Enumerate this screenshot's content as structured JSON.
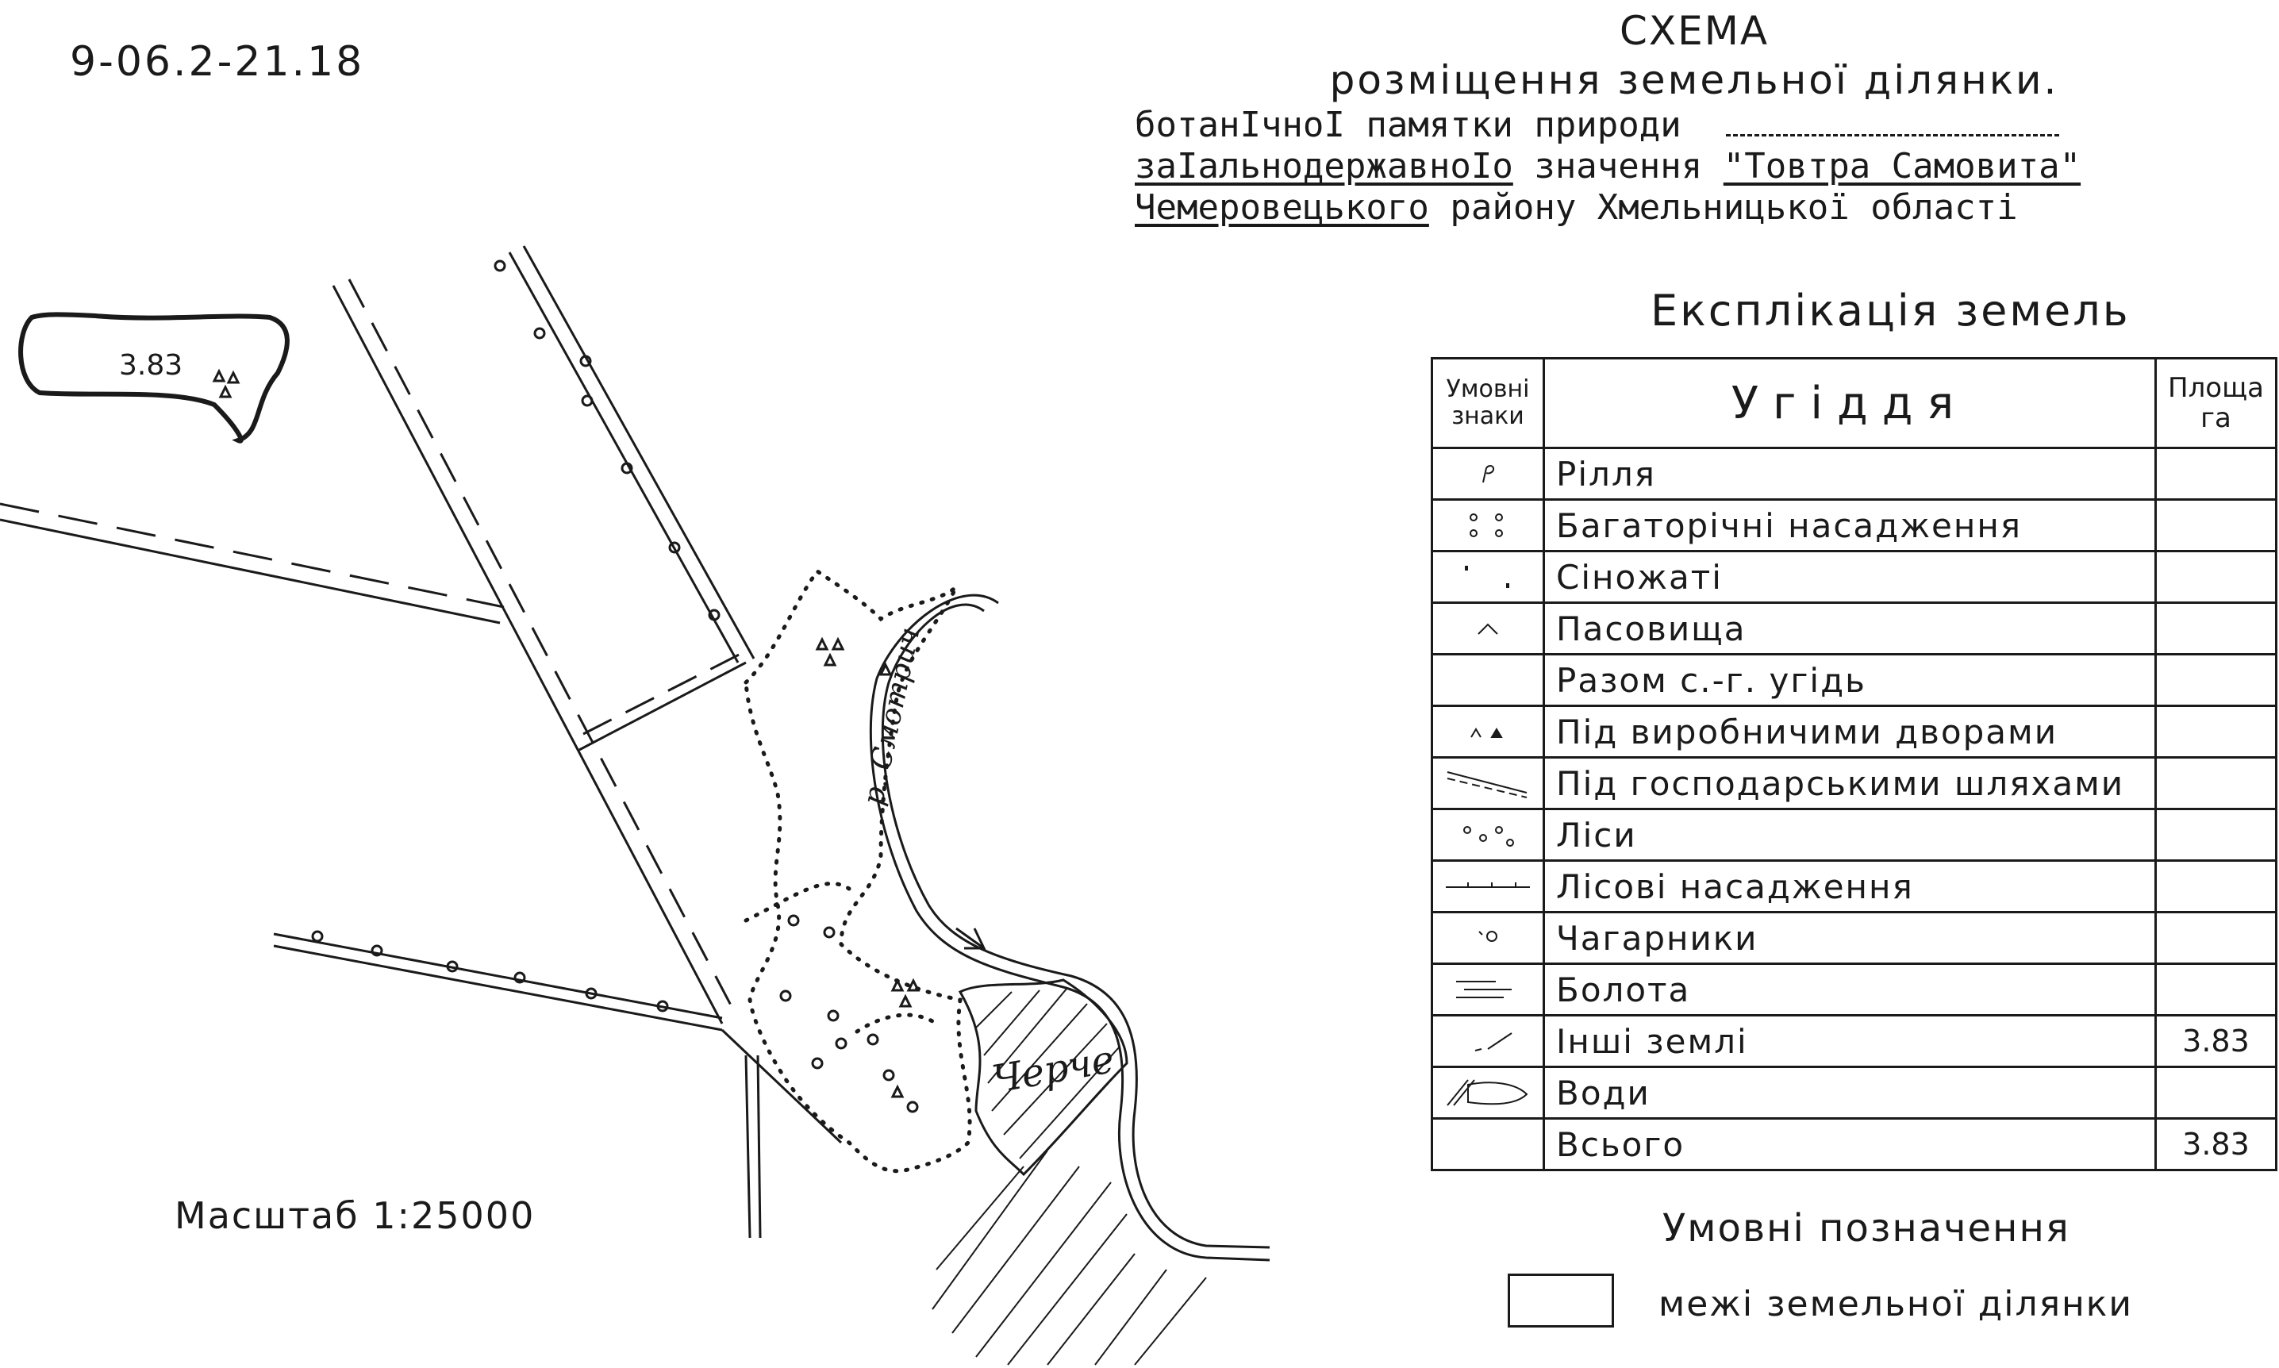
{
  "header": {
    "doc_code": "9-06.2-21.18",
    "title": "СХЕМА",
    "subtitle": "розміщення земельної ділянки.",
    "line1": "ботанІчноІ памятки природи",
    "line2_a": "заІальнодержавноІо",
    "line2_b": "значення",
    "line2_c": "\"Товтра Самовита\"",
    "line3_a": "Чемеровецького",
    "line3_b": "району Хмельницької",
    "line3_c": "області"
  },
  "explication": {
    "title": "Експлікація земель",
    "columns": [
      "Умовні знаки",
      "Угiддя",
      "Площа га"
    ],
    "rows": [
      {
        "symbol": "ploughland-symbol",
        "name": "Рілля",
        "area": ""
      },
      {
        "symbol": "orchard-symbol",
        "name": "Багаторічні насадження",
        "area": ""
      },
      {
        "symbol": "hayfield-symbol",
        "name": "Сіножаті",
        "area": ""
      },
      {
        "symbol": "pasture-symbol",
        "name": "Пасовища",
        "area": ""
      },
      {
        "symbol": "",
        "name": "Разом с.-г. угідь",
        "area": ""
      },
      {
        "symbol": "farmyard-symbol",
        "name": "Під виробничими дворами",
        "area": ""
      },
      {
        "symbol": "road-symbol",
        "name": "Під господарськими шляхами",
        "area": ""
      },
      {
        "symbol": "forest-symbol",
        "name": "Ліси",
        "area": ""
      },
      {
        "symbol": "forest-strip-symbol",
        "name": "Лісові насадження",
        "area": ""
      },
      {
        "symbol": "shrub-symbol",
        "name": "Чагарники",
        "area": ""
      },
      {
        "symbol": "swamp-symbol",
        "name": "Болота",
        "area": ""
      },
      {
        "symbol": "other-land-symbol",
        "name": "Інші землі",
        "area": "3.83"
      },
      {
        "symbol": "water-symbol",
        "name": "Води",
        "area": ""
      },
      {
        "symbol": "",
        "name": "Всього",
        "area": "3.83"
      }
    ]
  },
  "legend": {
    "title": "Умовні позначення",
    "item_label": "межі земельної ділянки"
  },
  "map": {
    "scale": "Масштаб 1:25000",
    "inset_area": "3.83",
    "river_label": "р. Смотрич",
    "village_label": "Черче"
  },
  "colors": {
    "ink": "#1a1a1a",
    "paper": "#ffffff"
  }
}
